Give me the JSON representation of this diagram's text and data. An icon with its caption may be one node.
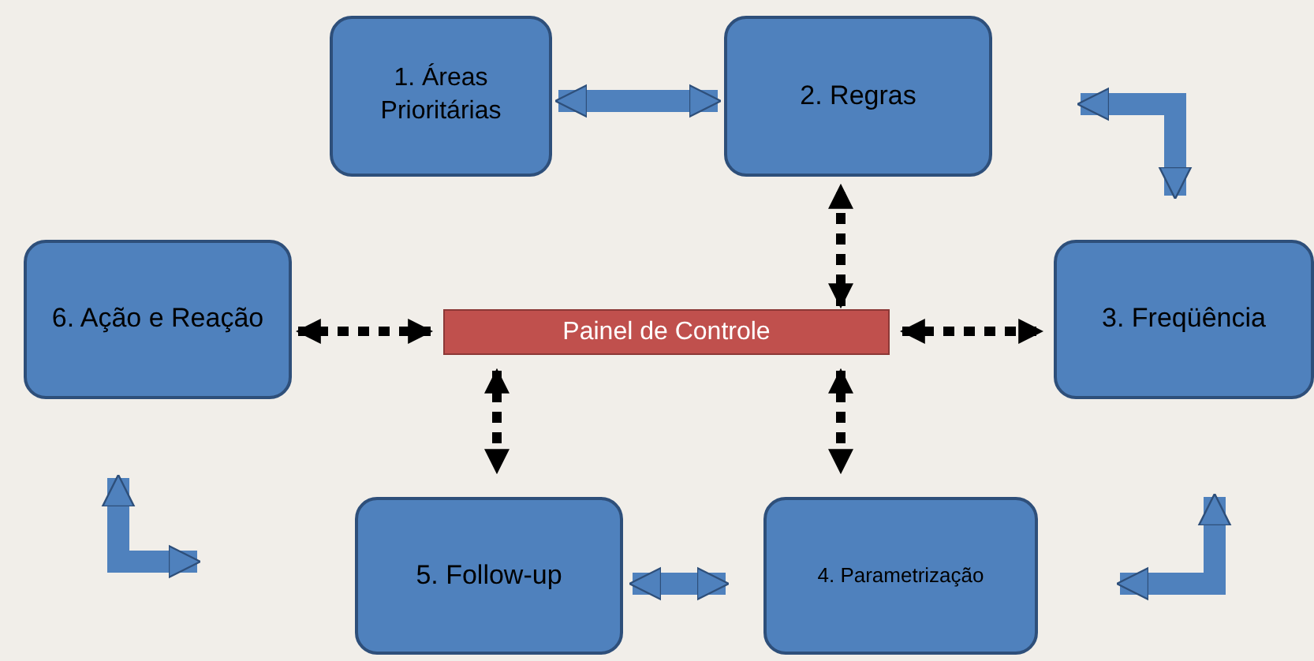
{
  "diagram": {
    "nodes": [
      {
        "text": [
          "1. Áreas Prioritárias"
        ]
      },
      {
        "text": [
          "2. Regras"
        ]
      },
      {
        "text": [
          "3. Freqüência"
        ]
      },
      {
        "text": [
          "4. Parametrização"
        ]
      },
      {
        "text": [
          "5. Follow-up"
        ]
      },
      {
        "text": [
          "6. Ação e Reação"
        ]
      },
      {
        "text": [
          "Painel de Controle"
        ]
      }
    ],
    "edges": [
      {
        "from": 0,
        "to": 1,
        "arrow": "both",
        "style": "thick"
      },
      {
        "from": 1,
        "to": 2,
        "arrow": "both",
        "style": "thick"
      },
      {
        "from": 2,
        "to": 3,
        "arrow": "both",
        "style": "thick"
      },
      {
        "from": 3,
        "to": 4,
        "arrow": "both",
        "style": "thick"
      },
      {
        "from": 4,
        "to": 5,
        "arrow": "both",
        "style": "thick"
      },
      {
        "from": 6,
        "to": 1,
        "arrow": "both",
        "style": "dashed",
        "color": "#000000"
      },
      {
        "from": 6,
        "to": 2,
        "arrow": "both",
        "style": "dashed",
        "color": "#000000"
      },
      {
        "from": 6,
        "to": 3,
        "arrow": "both",
        "style": "dashed",
        "color": "#000000"
      },
      {
        "from": 6,
        "to": 4,
        "arrow": "both",
        "style": "dashed",
        "color": "#000000"
      },
      {
        "from": 6,
        "to": 5,
        "arrow": "both",
        "style": "dashed",
        "color": "#000000"
      }
    ]
  }
}
